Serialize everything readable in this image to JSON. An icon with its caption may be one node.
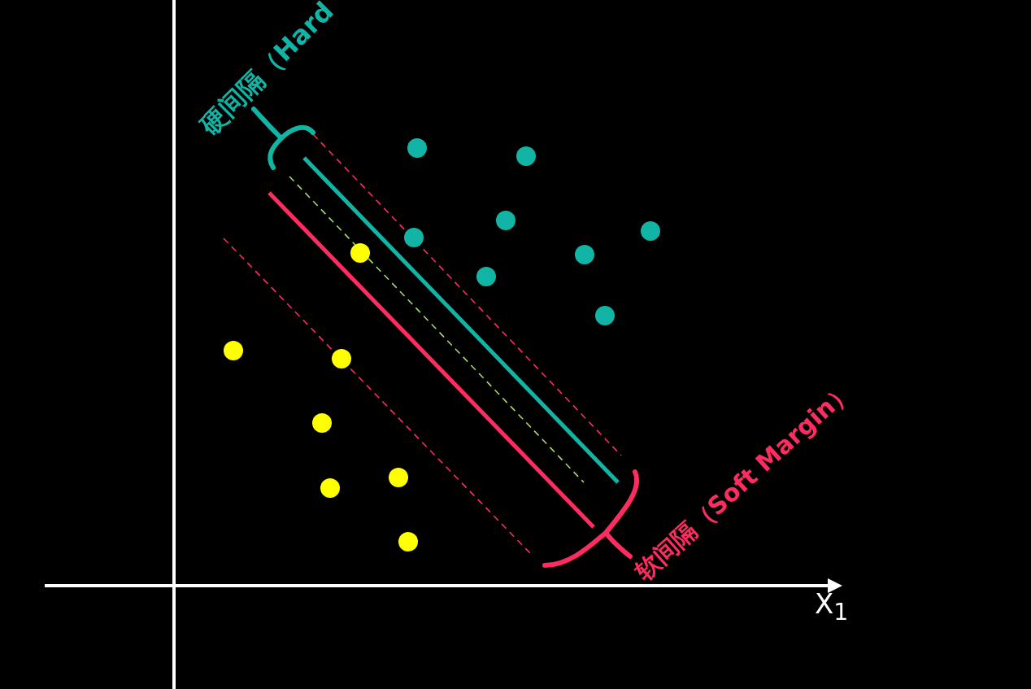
{
  "diagram": {
    "labels": [
      "硬间隔（Hard",
      "软间隔（Soft Margin）",
      "X$_{1}$"
    ]
  }
}
